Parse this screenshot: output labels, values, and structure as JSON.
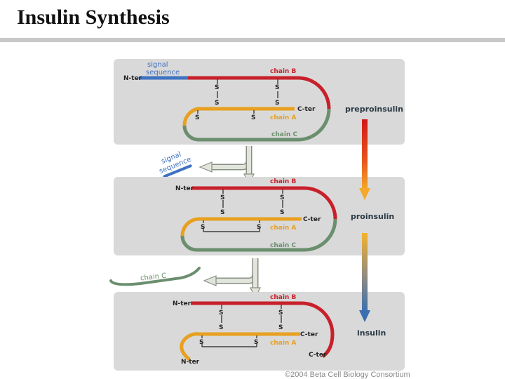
{
  "title": "Insulin Synthesis",
  "labels": {
    "signal_sequence": "signal sequence",
    "signal_sequence_line1": "signal",
    "signal_sequence_line2": "sequence",
    "chain_b": "chain B",
    "chain_a": "chain A",
    "chain_c": "chain C",
    "n_ter": "N-ter",
    "c_ter": "C-ter",
    "sulfur": "S"
  },
  "stages": [
    "preproinsulin",
    "proinsulin",
    "insulin"
  ],
  "copyright": "©2004 Beta Cell Biology Consortium",
  "colors": {
    "chain_b": "#c8202a",
    "chain_a": "#e8a020",
    "chain_c": "#6b8f6e",
    "signal": "#3f72c0",
    "panel": "#d9d9d9",
    "processing_arrow": "#d8dcd2"
  }
}
